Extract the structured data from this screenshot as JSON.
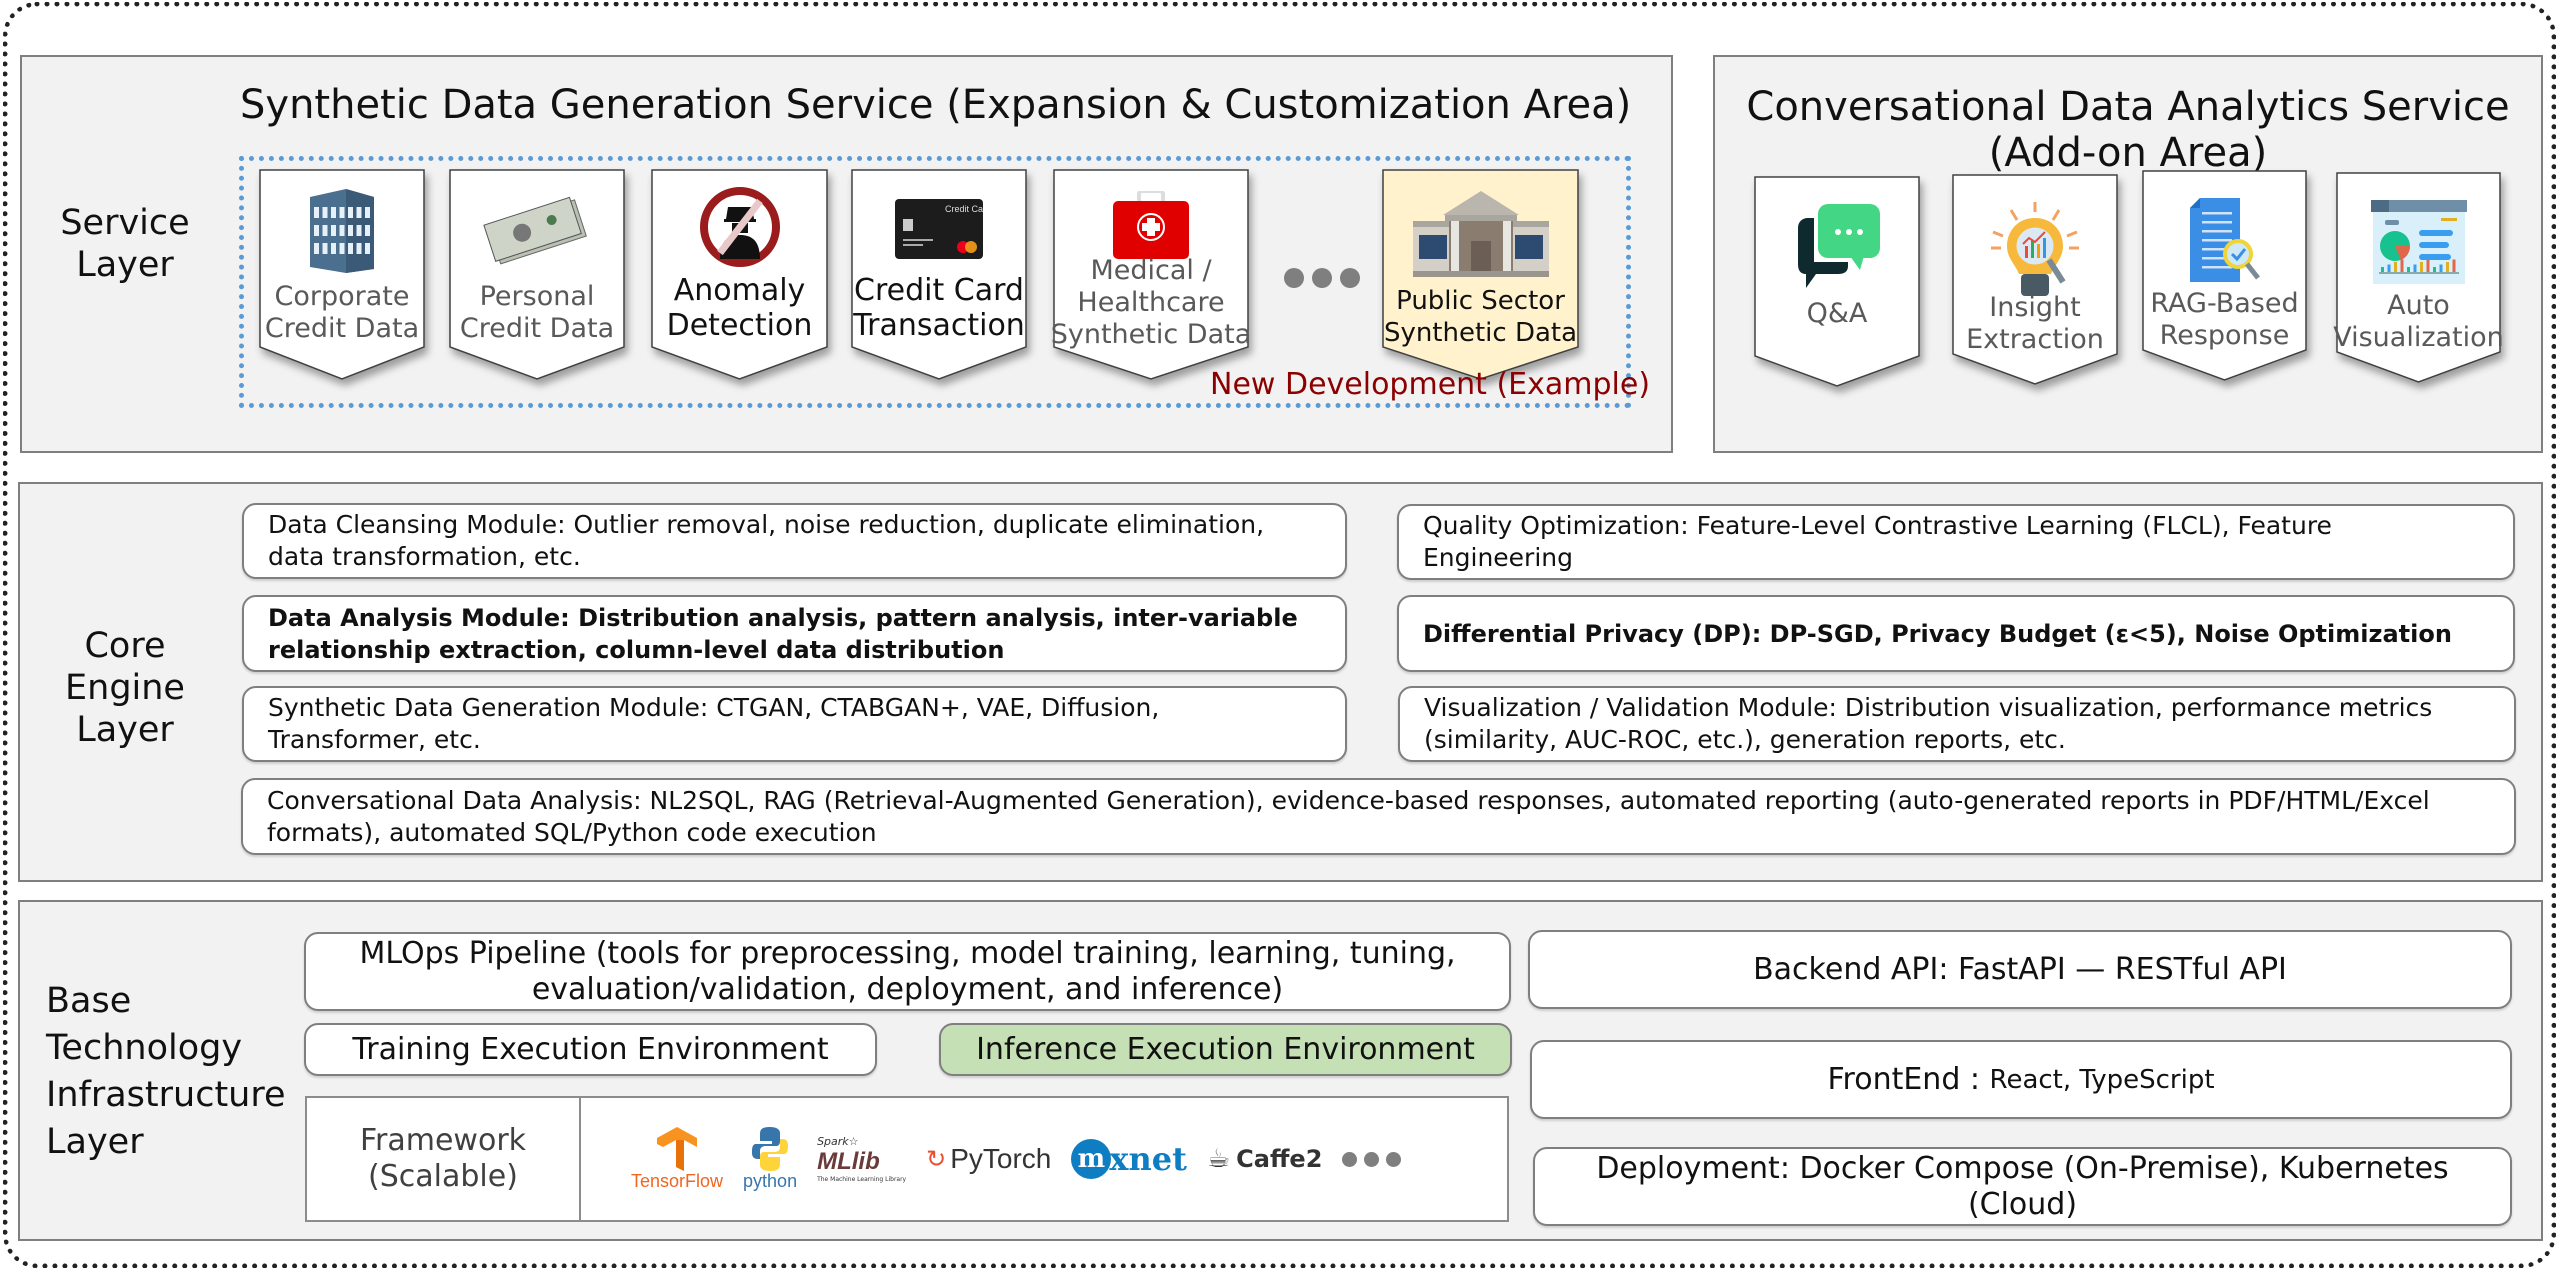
{
  "service_layer": {
    "label": "Service\nLayer",
    "synthetic": {
      "title": "Synthetic Data Generation Service (Expansion & Customization Area)",
      "cards": [
        {
          "label": "Corporate\nCredit Data",
          "icon": "office-building-icon"
        },
        {
          "label": "Personal\nCredit Data",
          "icon": "money-bills-icon"
        },
        {
          "label": "Anomaly\nDetection",
          "icon": "no-fraud-icon"
        },
        {
          "label": "Credit Card\nTransaction",
          "icon": "credit-card-icon"
        },
        {
          "label": "Medical /\nHealthcare\nSynthetic Data",
          "icon": "medical-kit-icon"
        },
        {
          "label": "Public Sector\nSynthetic Data",
          "icon": "government-building-icon",
          "highlight": true
        }
      ],
      "ellipsis": "more-icon",
      "new_development_label": "New Development (Example)"
    },
    "conversational": {
      "title_line1": "Conversational Data Analytics Service",
      "title_line2": "(Add-on Area)",
      "cards": [
        {
          "label": "Q&A",
          "icon": "chat-bubbles-icon"
        },
        {
          "label": "Insight\nExtraction",
          "icon": "lightbulb-chart-icon"
        },
        {
          "label": "RAG-Based\nResponse",
          "icon": "document-search-icon"
        },
        {
          "label": "Auto\nVisualization",
          "icon": "dashboard-icon"
        }
      ]
    }
  },
  "core_layer": {
    "label": "Core\nEngine\nLayer",
    "modules": {
      "cleansing": "Data Cleansing Module: Outlier removal, noise reduction, duplicate elimination, data transformation, etc.",
      "analysis": "Data Analysis Module: Distribution analysis, pattern analysis, inter-variable relationship extraction, column-level data distribution",
      "generation": "Synthetic Data Generation Module: CTGAN, CTABGAN+, VAE, Diffusion, Transformer, etc.",
      "quality": "Quality Optimization: Feature-Level Contrastive Learning (FLCL), Feature Engineering",
      "privacy": "Differential Privacy (DP): DP-SGD, Privacy Budget (ε<5), Noise Optimization",
      "visualization": "Visualization / Validation Module: Distribution visualization, performance metrics (similarity, AUC-ROC, etc.), generation reports, etc.",
      "conversational": "Conversational Data Analysis: NL2SQL, RAG (Retrieval-Augmented Generation), evidence-based responses, automated reporting (auto-generated reports in PDF/HTML/Excel formats), automated SQL/Python code execution"
    }
  },
  "base_layer": {
    "label": "Base\nTechnology\nInfrastructure\nLayer",
    "mlops": "MLOps Pipeline (tools for preprocessing, model training, learning, tuning, evaluation/validation, deployment, and inference)",
    "training_env": "Training Execution Environment",
    "inference_env": "Inference Execution Environment",
    "framework_label": "Framework\n(Scalable)",
    "frameworks": [
      "TensorFlow",
      "python",
      "Spark MLlib",
      "PyTorch",
      "mxnet",
      "Caffe2"
    ],
    "backend": "Backend API: FastAPI — RESTful API",
    "frontend_prefix": "FrontEnd : ",
    "frontend_value": "React, TypeScript",
    "deployment": "Deployment: Docker Compose (On-Premise), Kubernetes (Cloud)"
  },
  "colors": {
    "panel_bg": "#f2f2f2",
    "highlight_card": "#fff2cc",
    "inference_green": "#c5e0b4",
    "new_dev_red": "#8b0000",
    "dotted_blue": "#5b9bd5"
  }
}
